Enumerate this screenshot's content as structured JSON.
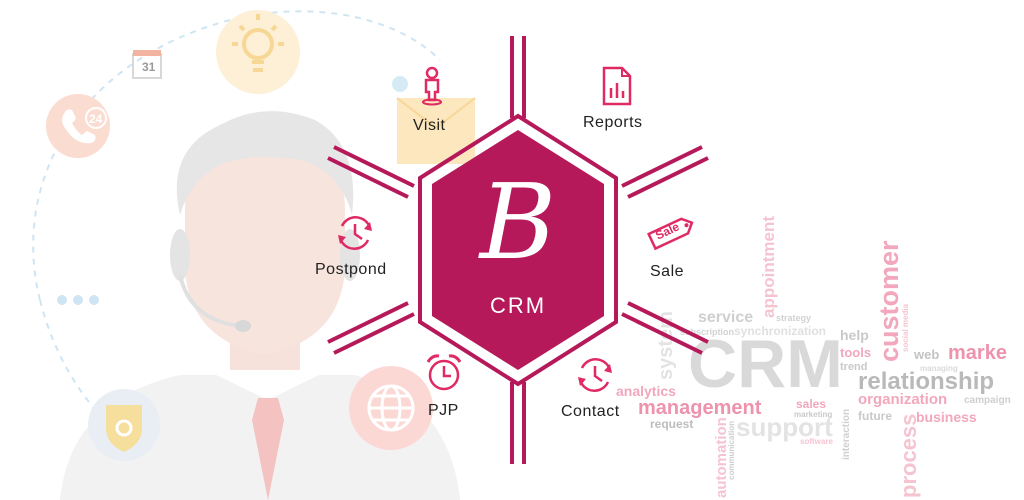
{
  "brand": {
    "letter": "B",
    "name": "CRM"
  },
  "nodes": {
    "visit": "Visit",
    "reports": "Reports",
    "postpond": "Postpond",
    "sale": "Sale",
    "pjp": "PJP",
    "contact": "Contact"
  },
  "sale_tag": "Sale",
  "calendar_day": "31",
  "clock_badge": "24",
  "word_cloud": {
    "crm": "CRM",
    "service": "service",
    "strategy": "strategy",
    "appointment": "appointment",
    "customer": "customer",
    "subscription": "subscription",
    "synchronization": "synchronization",
    "help": "help",
    "tools": "tools",
    "trend": "trend",
    "web": "web",
    "marke": "marke",
    "managing": "managing",
    "relationship": "relationship",
    "analytics": "analytics",
    "management": "management",
    "sales": "sales",
    "marketing": "marketing",
    "organization": "organization",
    "campaign": "campaign",
    "request": "request",
    "support": "support",
    "future": "future",
    "business": "business",
    "interaction": "interaction",
    "process": "process",
    "automation": "automation",
    "communication": "communication",
    "software": "software",
    "system": "system",
    "social_media": "social media"
  },
  "colors": {
    "brand": "#b5195a",
    "accent": "#e02a63",
    "faded_pink": "#f4b9c8",
    "faded_gray": "#d7d7d7",
    "envelope": "#fbe3b5"
  }
}
